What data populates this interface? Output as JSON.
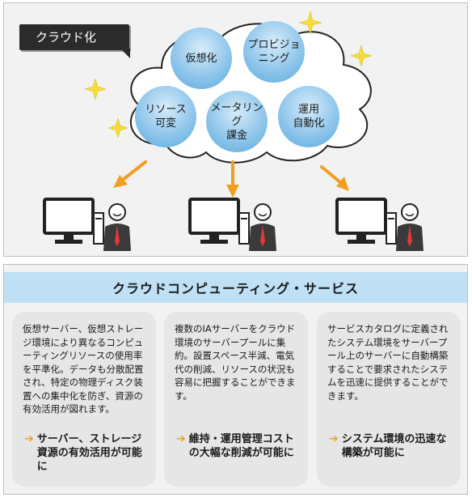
{
  "diagram": {
    "cloud_label": "クラウド化",
    "features": [
      {
        "label": "仮想化"
      },
      {
        "label": "プロビジョ\nニング"
      },
      {
        "label": "リソース\n可変"
      },
      {
        "label": "メータリング\n課金"
      },
      {
        "label": "運用\n自動化"
      }
    ],
    "colors": {
      "feature": "#5aa9dd",
      "arrow": "#f0a020",
      "label_bg": "#2b2b2b",
      "sparkle": "#f4dc3c"
    }
  },
  "service": {
    "title": "クラウドコンピューティング・サービス",
    "title_bg": "#bfe0f5",
    "cards": [
      {
        "body": "仮想サーバー、仮想ストレージ環境により異なるコンピューティングリソースの使用率を平準化。データも分散配置され、特定の物理ディスク装置への集中化を防ぎ、資源の有効活用が図れます。",
        "highlight": "サーバー、ストレージ資源の有効活用が可能に"
      },
      {
        "body": "複数のIAサーバーをクラウド環境のサーバープールに集約。設置スペース半減、電気代の削減、リソースの状況も容易に把握することができます。",
        "highlight": "維持・運用管理コストの大幅な削減が可能に"
      },
      {
        "body": "サービスカタログに定義されたシステム環境をサーバープール上のサーバーに自動構築することで要求されたシステムを迅速に提供することができます。",
        "highlight": "システム環境の迅速な構築が可能に"
      }
    ]
  }
}
